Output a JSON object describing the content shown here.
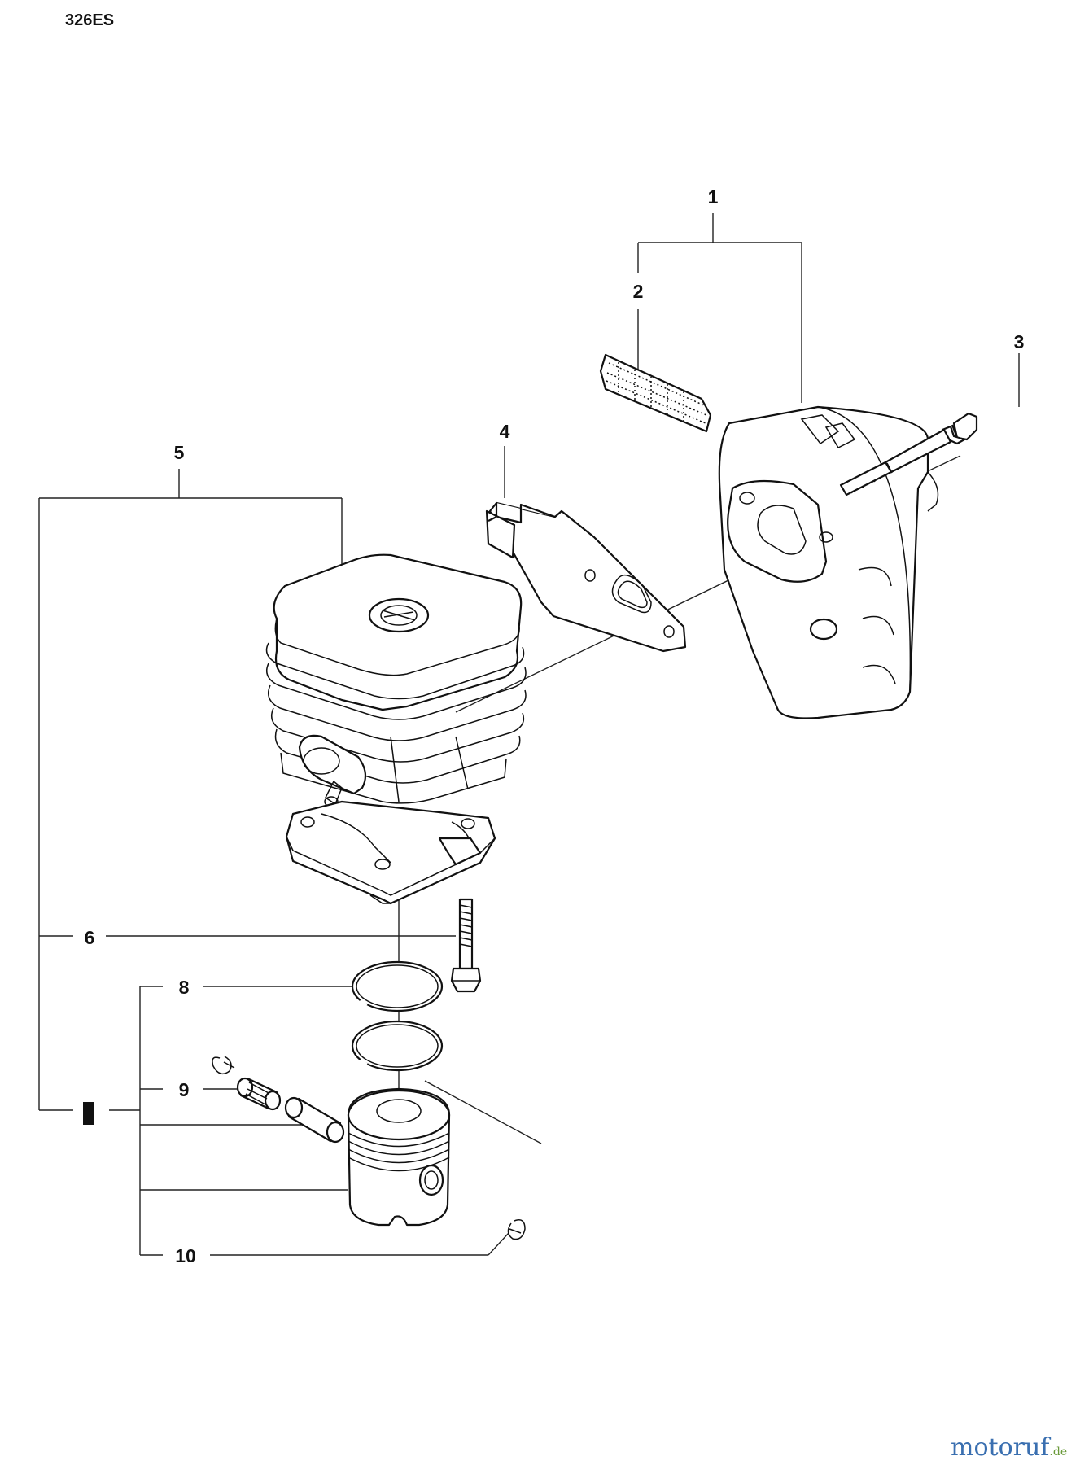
{
  "header": {
    "model": "326ES"
  },
  "callouts": {
    "c1": "1",
    "c2": "2",
    "c3": "3",
    "c4": "4",
    "c5": "5",
    "c6": "6",
    "c8": "8",
    "c9": "9",
    "c10": "10"
  },
  "watermark": {
    "main": "motoruf",
    "suffix": ".de"
  },
  "colors": {
    "line": "#111111",
    "watermark_main": "#3a6fb0",
    "watermark_accent": "#6a9a3a"
  }
}
